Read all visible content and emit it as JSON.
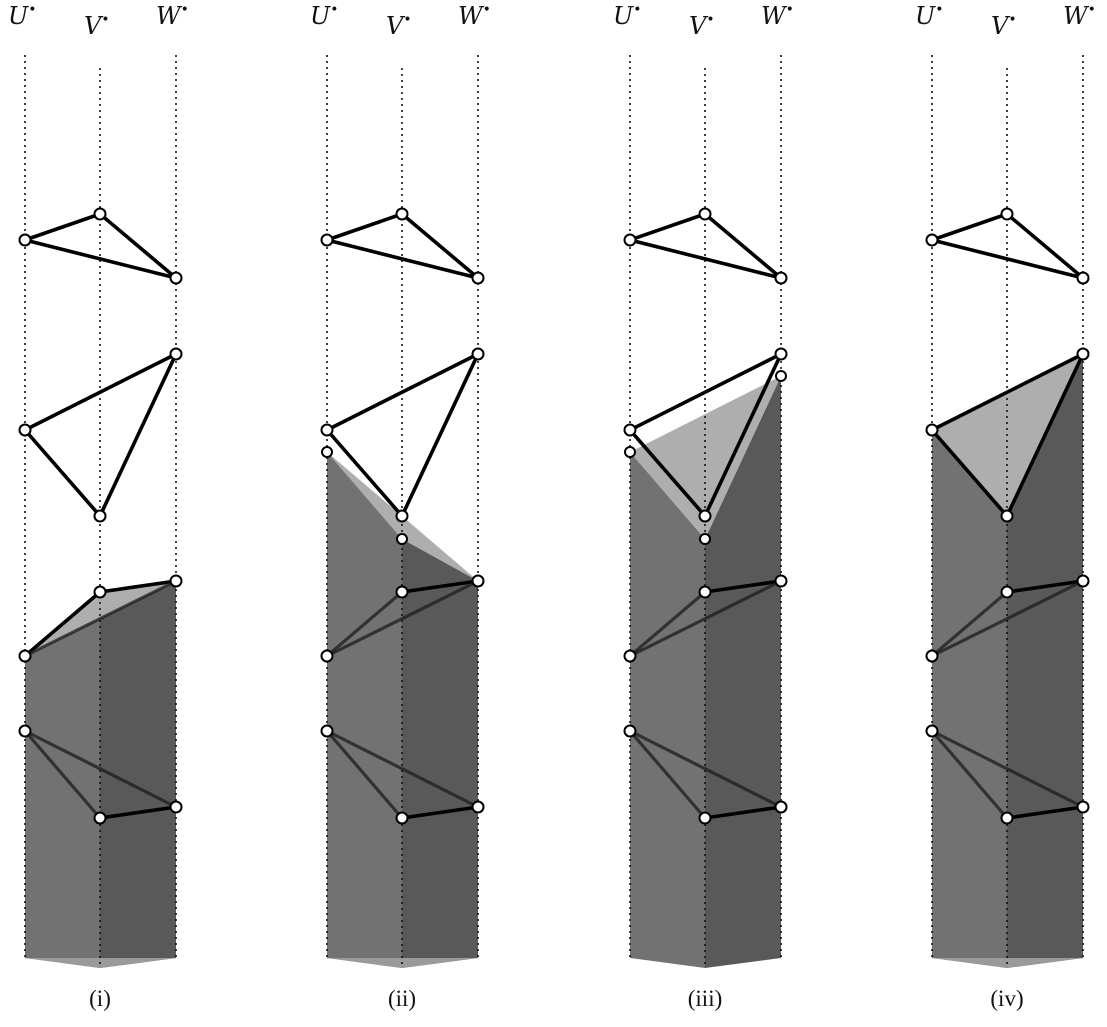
{
  "column_labels": [
    {
      "base": "U",
      "sup": "•"
    },
    {
      "base": "V",
      "sup": "•"
    },
    {
      "base": "W",
      "sup": "•"
    }
  ],
  "panels": [
    {
      "caption": "(i)"
    },
    {
      "caption": "(ii)"
    },
    {
      "caption": "(iii)"
    },
    {
      "caption": "(iv)"
    }
  ],
  "colors": {
    "shade_left": "#727272",
    "shade_right": "#595959",
    "shade_light": "#aeaeae",
    "edge": "#000000",
    "vertex_fill": "#ffffff"
  }
}
